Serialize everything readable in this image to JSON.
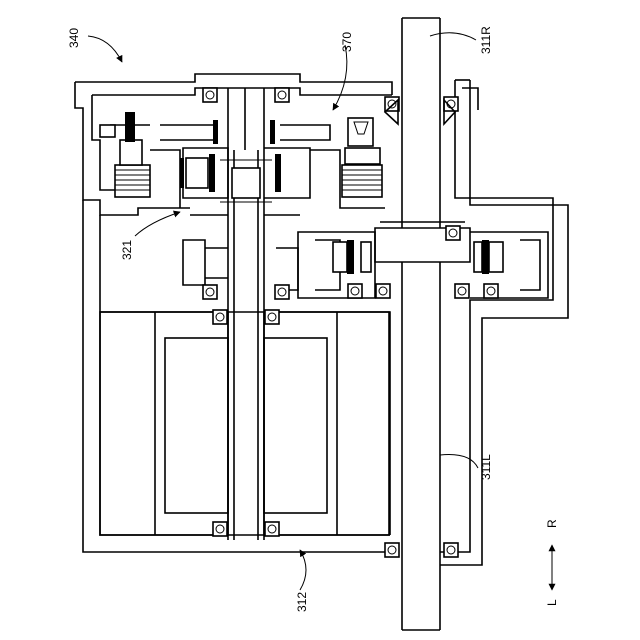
{
  "labels": {
    "l340": "340",
    "l370": "370",
    "l311R": "311R",
    "l321": "321",
    "l311L": "311L",
    "l312": "312"
  },
  "direction": {
    "right": "R",
    "left": "L"
  }
}
